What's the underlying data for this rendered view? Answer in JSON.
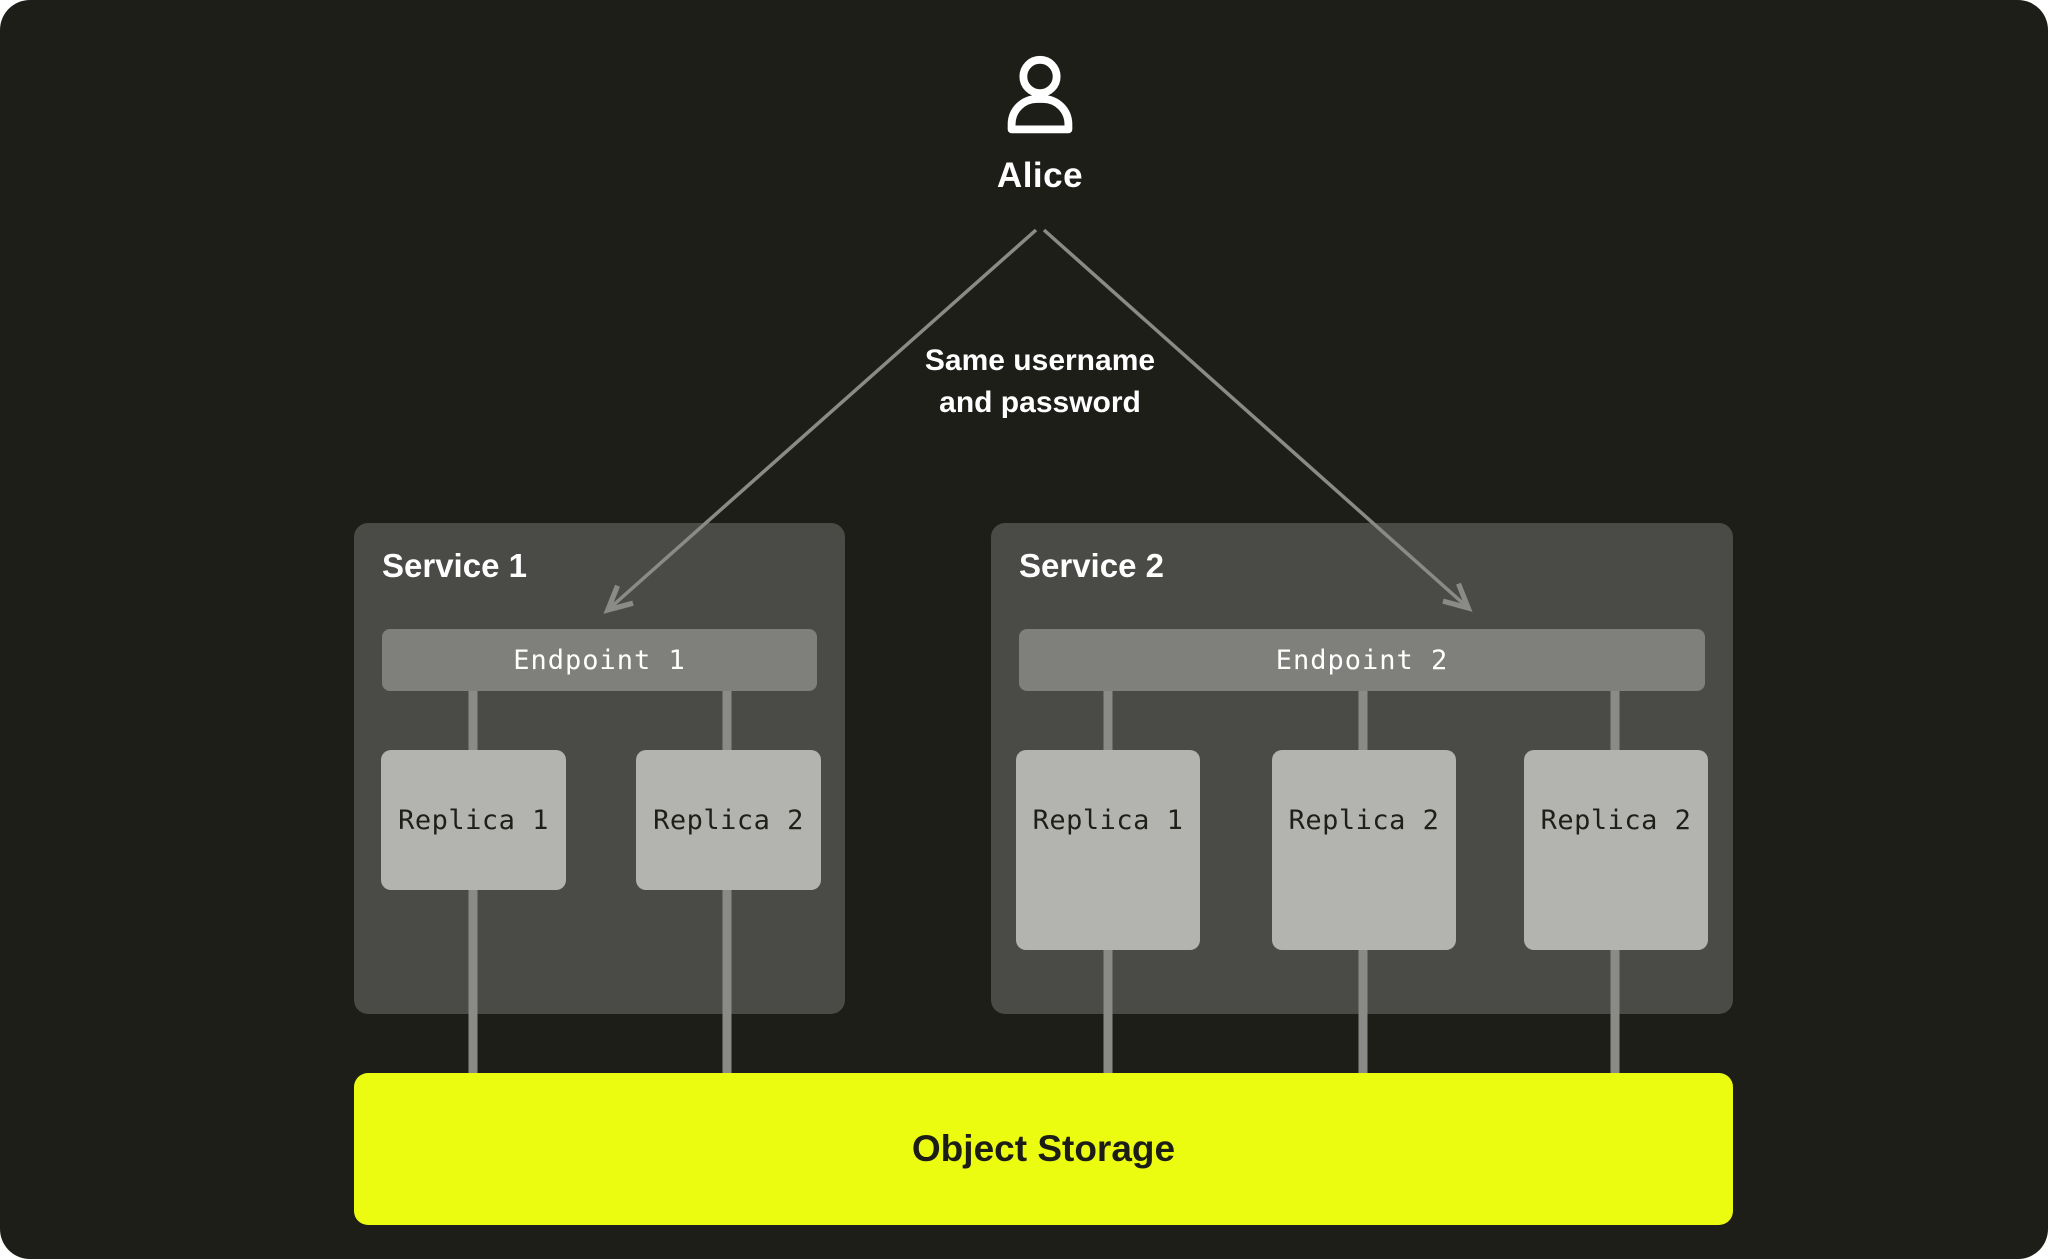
{
  "colors": {
    "panel_bg": "#1e1e19",
    "service_bg": "#4a4a46",
    "endpoint_bg": "#7f7f7b",
    "replica_bg": "#b3b3b0",
    "connector_gray": "#8a8a86",
    "storage_bg": "#ebfc11",
    "text_light": "#ffffff",
    "text_dark": "#1f1f1a"
  },
  "user": {
    "label": "Alice",
    "icon": "person-icon"
  },
  "annotation": {
    "line1": "Same username",
    "line2": "and password"
  },
  "services": [
    {
      "title": "Service 1",
      "endpoint_label": "Endpoint 1",
      "replicas": [
        "Replica 1",
        "Replica 2"
      ]
    },
    {
      "title": "Service 2",
      "endpoint_label": "Endpoint 2",
      "replicas": [
        "Replica 1",
        "Replica 2",
        "Replica 2"
      ]
    }
  ],
  "storage": {
    "label": "Object Storage"
  }
}
